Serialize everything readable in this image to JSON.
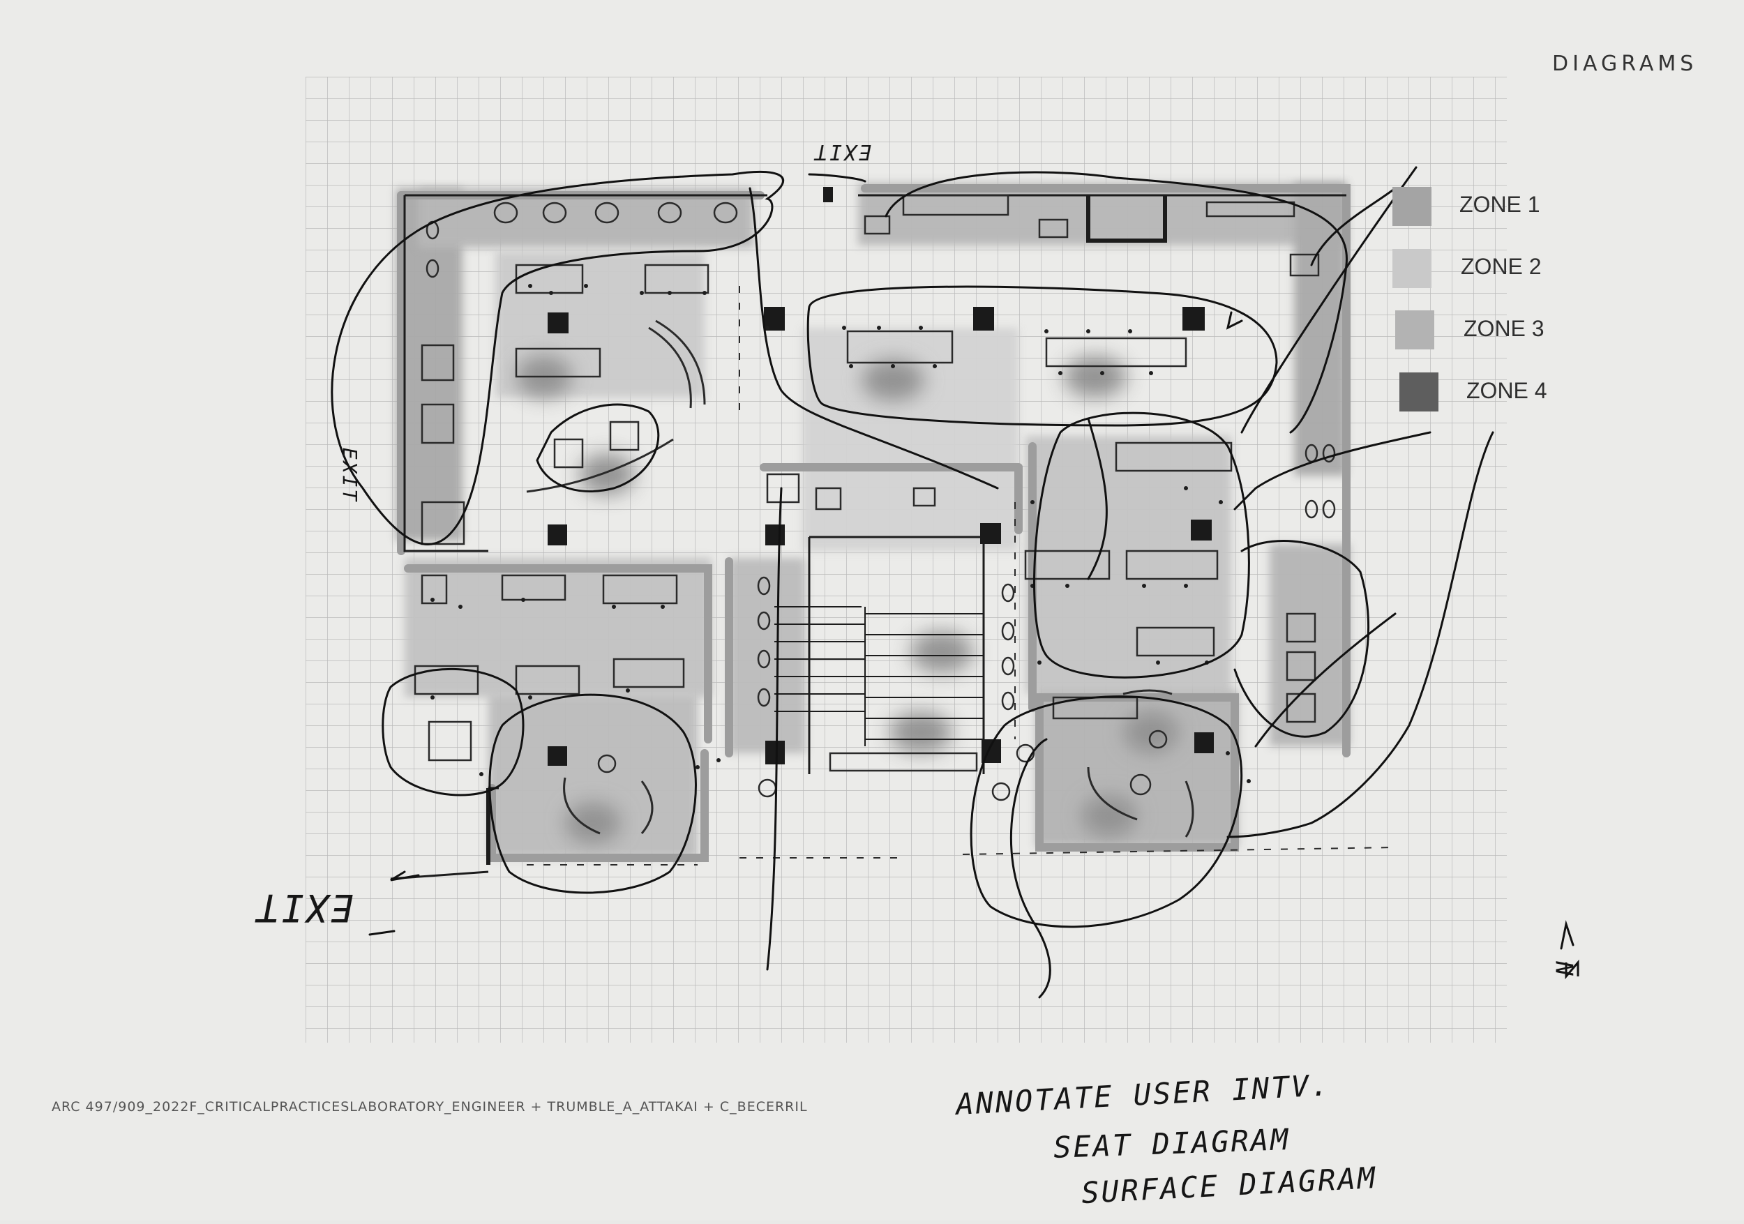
{
  "page_title": "DIAGRAMS",
  "legend": [
    {
      "label": "ZONE 1",
      "color": "#a4a4a4"
    },
    {
      "label": "ZONE 2",
      "color": "#c9c9c9"
    },
    {
      "label": "ZONE 3",
      "color": "#b3b3b3"
    },
    {
      "label": "ZONE 4",
      "color": "#5e5e5e"
    }
  ],
  "footer": "ARC 497/909_2022F_CRITICALPRACTICESLABORATORY_ENGINEER + TRUMBLE_A_ATTAKAI + C_BECERRIL",
  "handwritten": {
    "exit_top": "EXIT",
    "exit_left": "EXIT",
    "exit_bottom": "EXIT",
    "north": "N",
    "note_line1": "ANNOTATE USER INTV.",
    "note_line2": "SEAT DIAGRAM",
    "note_line3": "SURFACE DIAGRAM"
  }
}
